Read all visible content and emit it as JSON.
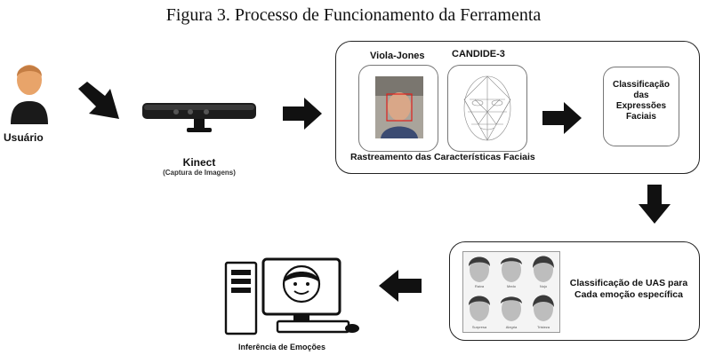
{
  "figure_title": "Figura 3. Processo de Funcionamento da Ferramenta",
  "user": {
    "label": "Usuário"
  },
  "kinect": {
    "label": "Kinect",
    "sublabel": "(Captura de Imagens)"
  },
  "tracking": {
    "method1": "Viola-Jones",
    "method2": "CANDIDE-3",
    "caption": "Rastreamento das Características Faciais"
  },
  "classification_expressions": {
    "line1": "Classificação",
    "line2": "das",
    "line3": "Expressões",
    "line4": "Faciais"
  },
  "uas": {
    "line1": "Classificação de UAS para",
    "line2": "Cada emoção específica",
    "face_labels": [
      "Raiva",
      "Medo",
      "Nojo",
      "Surpresa",
      "Alegria",
      "Tristeza"
    ]
  },
  "inference": {
    "label": "Inferência de Emoções"
  },
  "colors": {
    "arrow": "#111111",
    "skin": "#e8a46a",
    "border": "#222222",
    "face_box": "#e0201c"
  }
}
